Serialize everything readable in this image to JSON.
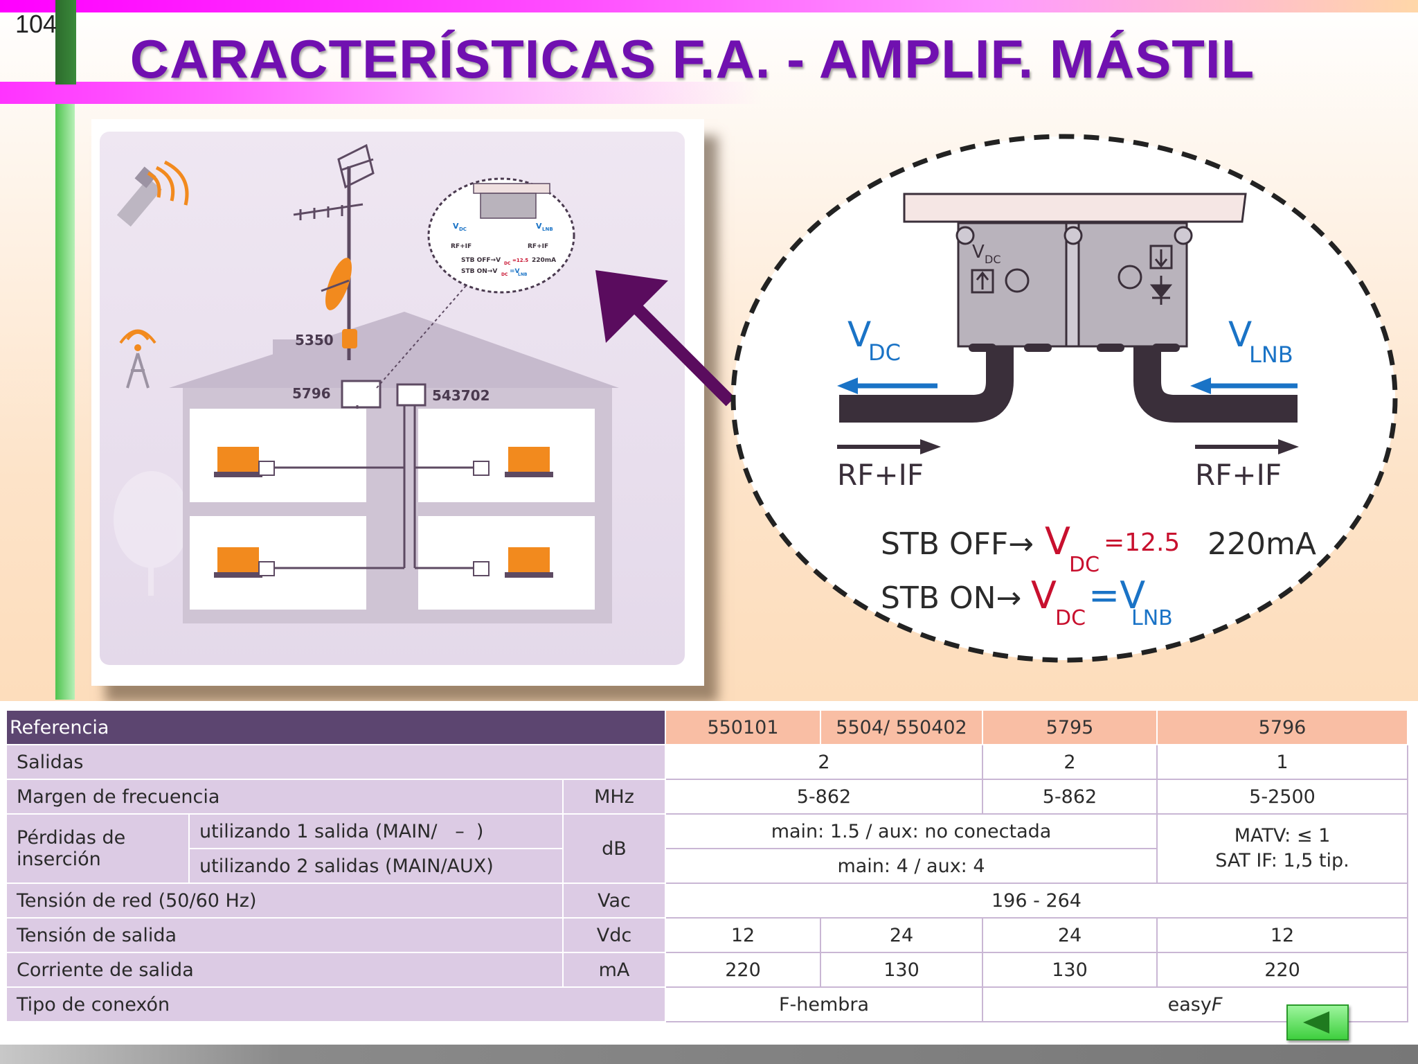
{
  "slide": {
    "number": "104",
    "title": "CARACTERÍSTICAS F.A. - AMPLIF. MÁSTIL"
  },
  "diagram": {
    "labels": {
      "amp_5350": "5350",
      "amp_5796": "5796",
      "ref_543702": "543702"
    },
    "mini_zoom": {
      "vdc": "V",
      "vdc_sub": "DC",
      "vlnb": "V",
      "vlnb_sub": "LNB",
      "rf_left": "RF+IF",
      "rf_right": "RF+IF",
      "stb_off": "STB OFF→V",
      "stb_off_sub": "DC",
      "stb_off_val": "=12.5",
      "ma": "220mA",
      "stb_on": "STB ON→V",
      "stb_on_sub": "DC",
      "stb_on_eq": "=V",
      "stb_on_sub2": "LNB"
    }
  },
  "zoom": {
    "vdc": "V",
    "vdc_sub": "DC",
    "vlnb": "V",
    "vlnb_sub": "LNB",
    "rf_left": "RF+IF",
    "rf_right": "RF+IF",
    "stb_off_prefix": "STB OFF→",
    "stb_off_v": "V",
    "stb_off_sub": "DC",
    "stb_off_val": "=12.5",
    "stb_off_ma": "220mA",
    "stb_on_prefix": "STB ON→",
    "stb_on_v": "V",
    "stb_on_sub": "DC",
    "stb_on_eq": "=V",
    "stb_on_sub2": "LNB",
    "colors": {
      "dark": "#3a2f3a",
      "blue": "#1a73c6",
      "red": "#c8102e",
      "box": "#b9b3bc"
    }
  },
  "table": {
    "header": {
      "label": "Referencia",
      "refs": [
        "550101",
        "5504/ 550402",
        "5795",
        "5796"
      ]
    },
    "salidas": {
      "label": "Salidas",
      "v12": "2",
      "v3": "2",
      "v4": "1"
    },
    "margen": {
      "label": "Margen de frecuencia",
      "unit": "MHz",
      "v12": "5-862",
      "v3": "5-862",
      "v4": "5-2500"
    },
    "perdidas": {
      "label": "Pérdidas de inserción",
      "sub1": "utilizando 1 salida (MAIN/   –  )",
      "sub2": "utilizando 2 salidas (MAIN/AUX)",
      "unit": "dB",
      "v1": "main: 1.5 / aux: no conectada",
      "v2": "main: 4 / aux: 4",
      "v4a": "MATV:  ≤ 1",
      "v4b": "SAT IF: 1,5 tip."
    },
    "tension_red": {
      "label": "Tensión de red (50/60 Hz)",
      "unit": "Vac",
      "value": "196 - 264"
    },
    "tension_salida": {
      "label": "Tensión de salida",
      "unit": "Vdc",
      "values": [
        "12",
        "24",
        "24",
        "12"
      ]
    },
    "corriente": {
      "label": "Corriente de salida",
      "unit": "mA",
      "values": [
        "220",
        "130",
        "130",
        "220"
      ]
    },
    "conexion": {
      "label": "Tipo de conexón",
      "v12": "F-hembra",
      "v34": "easy",
      "v34_italic": "F"
    }
  },
  "nav": {
    "back_icon": "left-triangle-icon"
  }
}
